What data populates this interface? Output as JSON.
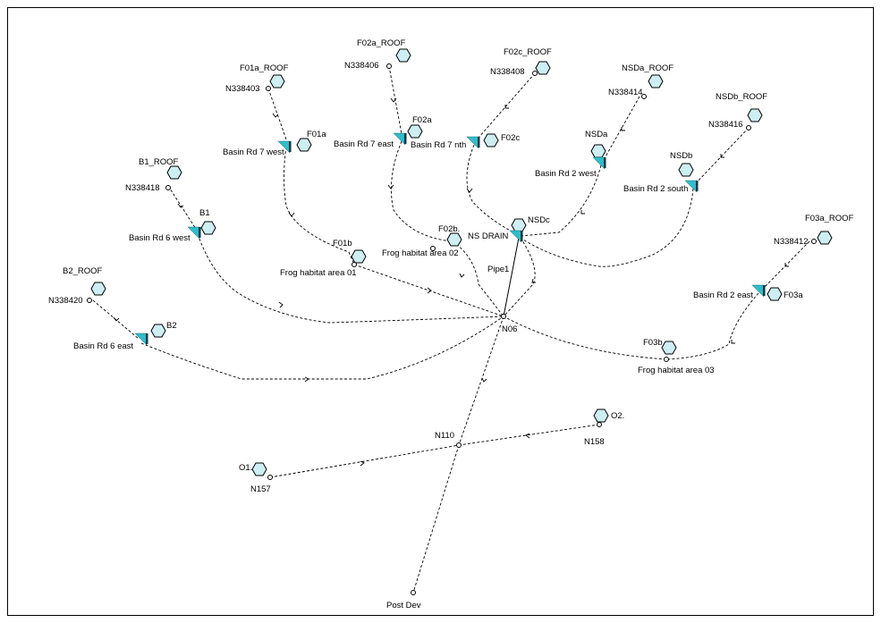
{
  "nodes": [
    {
      "label": "N338403"
    },
    {
      "label": "N338406"
    },
    {
      "label": "N338408"
    },
    {
      "label": "N338414"
    },
    {
      "label": "N338416"
    },
    {
      "label": "N338418"
    },
    {
      "label": "N338412"
    },
    {
      "label": "N338420"
    },
    {
      "label": "Frog habitat area 01"
    },
    {
      "label": "Frog habitat area 02"
    },
    {
      "label": "Frog habitat area 03"
    },
    {
      "label": "N06"
    },
    {
      "label": "N110"
    },
    {
      "label": "N157"
    },
    {
      "label": "N158"
    },
    {
      "label": "Post Dev"
    }
  ],
  "subcatchments": [
    {
      "label": "F01a_ROOF"
    },
    {
      "label": "F02a_ROOF"
    },
    {
      "label": "F02c_ROOF"
    },
    {
      "label": "NSDa_ROOF"
    },
    {
      "label": "NSDb_ROOF"
    },
    {
      "label": "B1_ROOF"
    },
    {
      "label": "F03a_ROOF"
    },
    {
      "label": "B2_ROOF"
    },
    {
      "label": "F01a"
    },
    {
      "label": "F02a"
    },
    {
      "label": "F02c"
    },
    {
      "label": "NSDa"
    },
    {
      "label": "NSDb"
    },
    {
      "label": "B1"
    },
    {
      "label": "B2"
    },
    {
      "label": "F03a"
    },
    {
      "label": "F01b"
    },
    {
      "label": "F02b."
    },
    {
      "label": "F03b"
    },
    {
      "label": "NSDc"
    },
    {
      "label": "O1."
    },
    {
      "label": "O2."
    }
  ],
  "basins": [
    {
      "label": "Basin Rd 7 west"
    },
    {
      "label": "Basin Rd 7 east"
    },
    {
      "label": "Basin Rd 7 nth"
    },
    {
      "label": "Basin Rd 2 west"
    },
    {
      "label": "Basin Rd 2 south"
    },
    {
      "label": "Basin Rd 6 west"
    },
    {
      "label": "Basin Rd 6 east"
    },
    {
      "label": "Basin Rd 2 east"
    },
    {
      "label": "NS DRAIN"
    }
  ],
  "conduits": [
    {
      "label": "Pipe1"
    }
  ]
}
